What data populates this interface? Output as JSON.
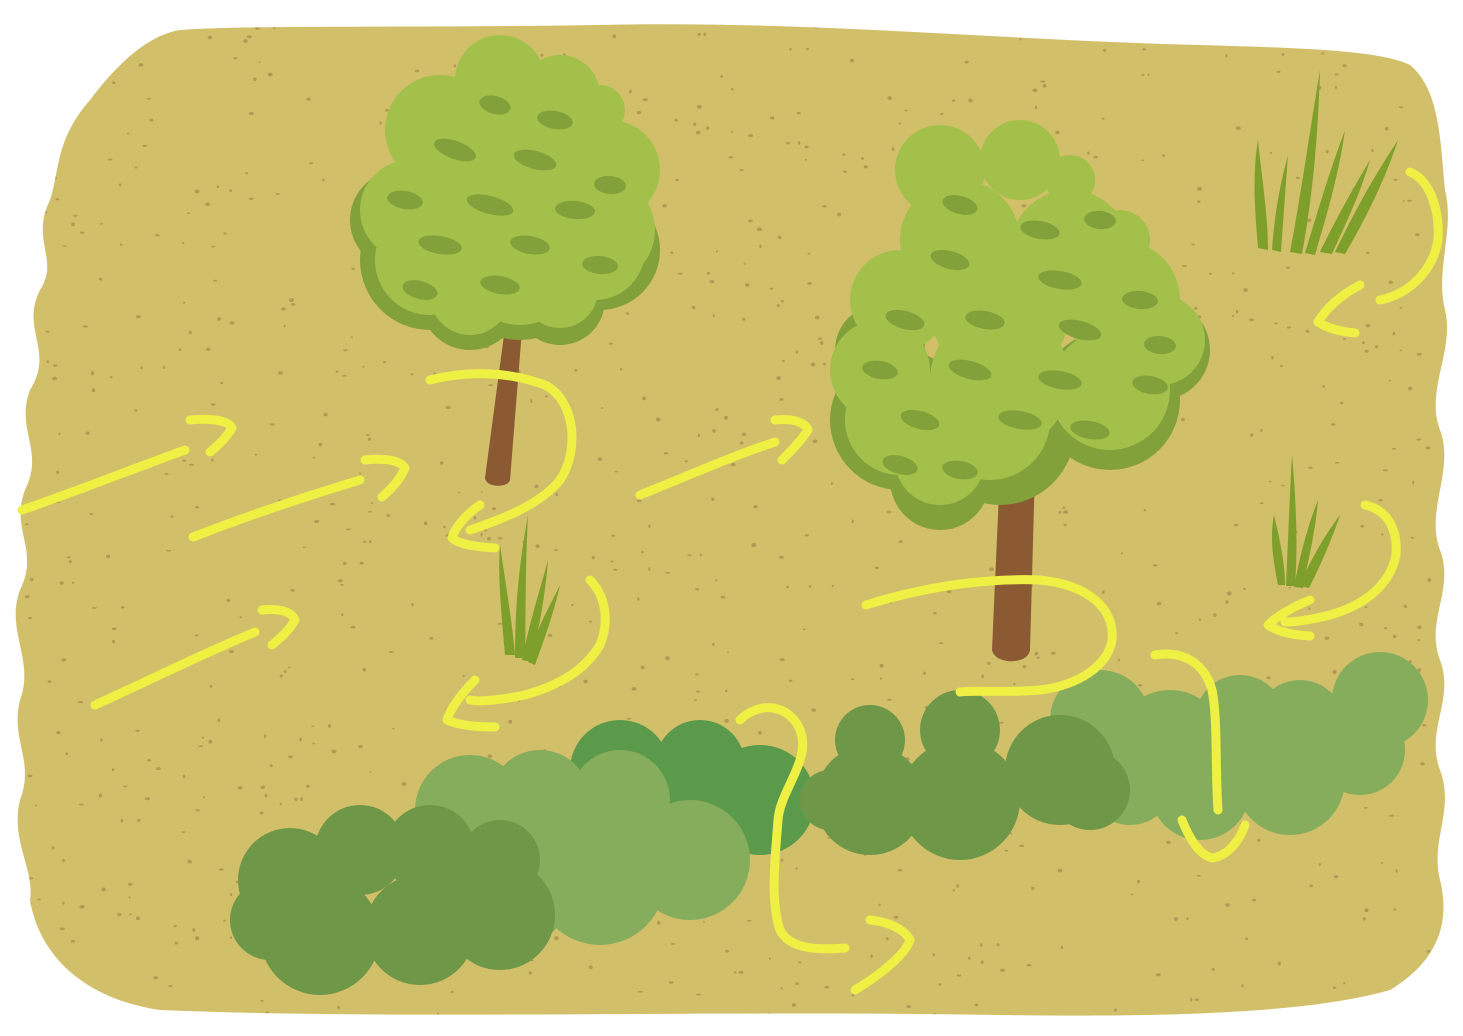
{
  "scene": {
    "colors": {
      "background": "#ffffff",
      "ground": "#d2bf6a",
      "speckle": "#a88c4e",
      "foliage_light": "#a3c14a",
      "foliage_shade": "#82a13b",
      "trunk": "#8b5a33",
      "grass": "#7f9f2b",
      "hedge_dark": "#6f9748",
      "hedge_mid": "#86ad5b",
      "hedge_deep": "#5b9a4b",
      "wind_arrow": "#eef044"
    },
    "elements": {
      "ground": "sandy-ground",
      "trees": [
        "tree",
        "tree"
      ],
      "grass_clumps": [
        "grass-clump",
        "grass-clump",
        "grass-clump"
      ],
      "hedge": "hedge-row",
      "wind_arrows": "wind-arrow"
    }
  }
}
